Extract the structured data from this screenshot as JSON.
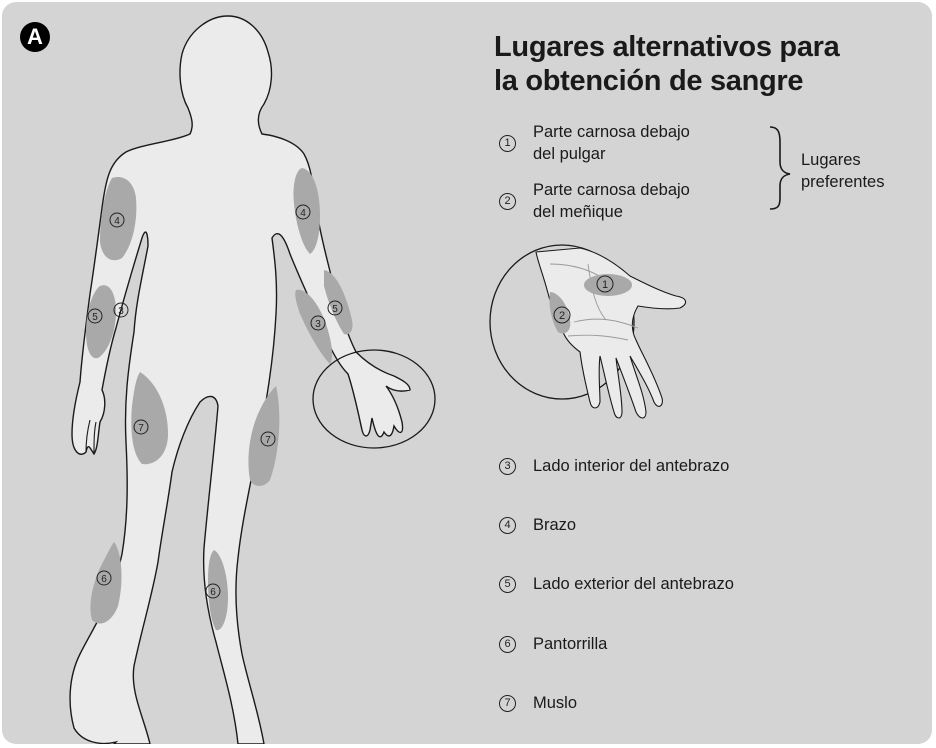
{
  "badge": "A",
  "title": {
    "line1": "Lugares alternativos para",
    "line2": "la obtención de sangre"
  },
  "preferred_sites": {
    "bracket_label_line1": "Lugares",
    "bracket_label_line2": "preferentes",
    "items": [
      {
        "number": "1",
        "line1": "Parte carnosa debajo",
        "line2": "del pulgar"
      },
      {
        "number": "2",
        "line1": "Parte carnosa debajo",
        "line2": "del meñique"
      }
    ]
  },
  "other_sites": [
    {
      "number": "3",
      "label": "Lado interior del antebrazo"
    },
    {
      "number": "4",
      "label": "Brazo"
    },
    {
      "number": "5",
      "label": "Lado exterior del antebrazo"
    },
    {
      "number": "6",
      "label": "Pantorrilla"
    },
    {
      "number": "7",
      "label": "Muslo"
    }
  ],
  "figure_markers": [
    "4",
    "4",
    "5",
    "3",
    "5",
    "3",
    "7",
    "7",
    "6",
    "6",
    "1",
    "2"
  ],
  "colors": {
    "panel_background": "#d4d4d4",
    "body_fill": "#ebebeb",
    "site_shading": "#a9a9a9",
    "outline": "#1a1a1a"
  }
}
